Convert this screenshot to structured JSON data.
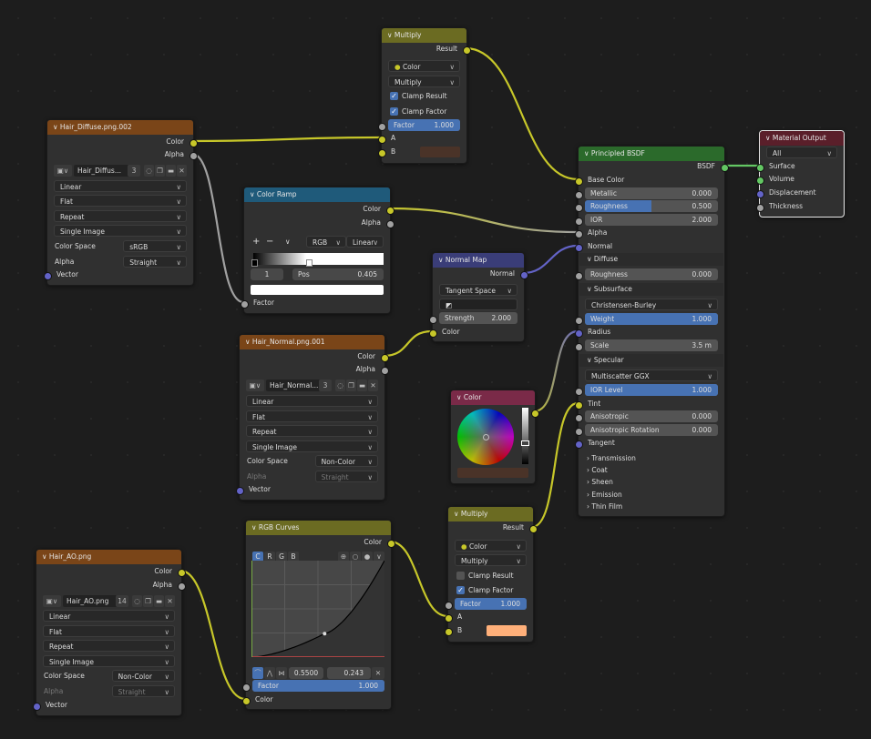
{
  "colors": {
    "color": "#c7c729",
    "float": "#a1a1a1",
    "vector": "#6363c7",
    "shader": "#63c763",
    "selection": "#4772b3"
  },
  "nodes": {
    "multiply1": {
      "title": "Multiply",
      "header": "#6b6b22",
      "rows": [
        {
          "type": "out",
          "label": "Result",
          "socket": "color"
        },
        {
          "type": "select",
          "label": "Color",
          "dot": true
        },
        {
          "type": "select",
          "label": "Multiply"
        },
        {
          "type": "check",
          "label": "Clamp Result",
          "checked": true
        },
        {
          "type": "check",
          "label": "Clamp Factor",
          "checked": true
        },
        {
          "type": "field",
          "label": "Factor",
          "value": "1.000",
          "fill": 1,
          "socket": "float"
        },
        {
          "type": "in",
          "label": "A",
          "socket": "color"
        },
        {
          "type": "swatch",
          "label": "B",
          "socket": "color",
          "color": "#4a3328"
        }
      ]
    },
    "diffuse": {
      "title": "Hair_Diffuse.png.002",
      "header": "#7a4518",
      "rows": [
        {
          "type": "out",
          "label": "Color",
          "socket": "color"
        },
        {
          "type": "out",
          "label": "Alpha",
          "socket": "float"
        },
        {
          "type": "image",
          "label": "Hair_Diffus...",
          "value": "3"
        },
        {
          "type": "select",
          "label": "Linear"
        },
        {
          "type": "select",
          "label": "Flat"
        },
        {
          "type": "select",
          "label": "Repeat"
        },
        {
          "type": "select",
          "label": "Single Image"
        },
        {
          "type": "lselect",
          "label": "Color Space",
          "value": "sRGB"
        },
        {
          "type": "lselect",
          "label": "Alpha",
          "value": "Straight"
        },
        {
          "type": "in",
          "label": "Vector",
          "socket": "vector"
        }
      ]
    },
    "ramp": {
      "title": "Color Ramp",
      "header": "#1f5a7a",
      "rows": [
        {
          "type": "out",
          "label": "Color",
          "socket": "color"
        },
        {
          "type": "out",
          "label": "Alpha",
          "socket": "float"
        },
        {
          "type": "rampctl",
          "label": "RGB",
          "value": "Linear",
          "plus": "+",
          "minus": "−"
        },
        {
          "type": "gradient",
          "stop": 0.405
        },
        {
          "type": "rampstop",
          "label": "1",
          "name": "Pos",
          "value": "0.405"
        },
        {
          "type": "wswatch",
          "color": "#ffffff"
        },
        {
          "type": "in",
          "label": "Factor",
          "socket": "float"
        }
      ]
    },
    "normalmap": {
      "title": "Normal Map",
      "header": "#3a3d78",
      "rows": [
        {
          "type": "out",
          "label": "Normal",
          "socket": "vector"
        },
        {
          "type": "select",
          "label": "Tangent Space"
        },
        {
          "type": "uv",
          "label": ""
        },
        {
          "type": "field",
          "label": "Strength",
          "value": "2.000",
          "fill": 0,
          "socket": "float"
        },
        {
          "type": "in",
          "label": "Color",
          "socket": "color"
        }
      ]
    },
    "principled": {
      "title": "Principled BSDF",
      "header": "#2b6a2b",
      "rows": [
        {
          "type": "out",
          "label": "BSDF",
          "socket": "shader"
        },
        {
          "type": "in",
          "label": "Base Color",
          "socket": "color"
        },
        {
          "type": "field",
          "label": "Metallic",
          "value": "0.000",
          "fill": 0,
          "socket": "float"
        },
        {
          "type": "field",
          "label": "Roughness",
          "value": "0.500",
          "fill": 0.5,
          "socket": "float"
        },
        {
          "type": "field",
          "label": "IOR",
          "value": "2.000",
          "fill": 0,
          "socket": "float"
        },
        {
          "type": "in",
          "label": "Alpha",
          "socket": "float"
        },
        {
          "type": "in",
          "label": "Normal",
          "socket": "vector"
        },
        {
          "type": "panel",
          "label": "Diffuse",
          "open": true
        },
        {
          "type": "field",
          "label": "Roughness",
          "value": "0.000",
          "fill": 0,
          "socket": "float"
        },
        {
          "type": "panel",
          "label": "Subsurface",
          "open": true
        },
        {
          "type": "select",
          "label": "Christensen-Burley"
        },
        {
          "type": "field",
          "label": "Weight",
          "value": "1.000",
          "fill": 1,
          "socket": "float"
        },
        {
          "type": "in",
          "label": "Radius",
          "socket": "vector"
        },
        {
          "type": "field",
          "label": "Scale",
          "value": "3.5 m",
          "fill": 0,
          "socket": "float"
        },
        {
          "type": "panel",
          "label": "Specular",
          "open": true
        },
        {
          "type": "select",
          "label": "Multiscatter GGX"
        },
        {
          "type": "field",
          "label": "IOR Level",
          "value": "1.000",
          "fill": 1,
          "socket": "float"
        },
        {
          "type": "in",
          "label": "Tint",
          "socket": "color"
        },
        {
          "type": "field",
          "label": "Anisotropic",
          "value": "0.000",
          "fill": 0,
          "socket": "float"
        },
        {
          "type": "field",
          "label": "Anisotropic Rotation",
          "value": "0.000",
          "fill": 0,
          "socket": "float"
        },
        {
          "type": "in",
          "label": "Tangent",
          "socket": "vector"
        },
        {
          "type": "panel",
          "label": "Transmission",
          "open": false
        },
        {
          "type": "panel",
          "label": "Coat",
          "open": false
        },
        {
          "type": "panel",
          "label": "Sheen",
          "open": false
        },
        {
          "type": "panel",
          "label": "Emission",
          "open": false
        },
        {
          "type": "panel",
          "label": "Thin Film",
          "open": false
        }
      ]
    },
    "output": {
      "title": "Material Output",
      "header": "#5a1f2a",
      "selected": true,
      "rows": [
        {
          "type": "select",
          "label": "All"
        },
        {
          "type": "in",
          "label": "Surface",
          "socket": "shader"
        },
        {
          "type": "in",
          "label": "Volume",
          "socket": "shader"
        },
        {
          "type": "in",
          "label": "Displacement",
          "socket": "vector"
        },
        {
          "type": "in",
          "label": "Thickness",
          "socket": "float"
        }
      ]
    },
    "color": {
      "title": "Color",
      "header": "#7a2a48",
      "rows": [
        {
          "type": "wheel",
          "socket": "color"
        },
        {
          "type": "wswatch",
          "color": "#4a3328"
        }
      ]
    },
    "normalimg": {
      "title": "Hair_Normal.png.001",
      "header": "#7a4518",
      "rows": [
        {
          "type": "out",
          "label": "Color",
          "socket": "color"
        },
        {
          "type": "out",
          "label": "Alpha",
          "socket": "float"
        },
        {
          "type": "image",
          "label": "Hair_Normal...",
          "value": "3"
        },
        {
          "type": "select",
          "label": "Linear"
        },
        {
          "type": "select",
          "label": "Flat"
        },
        {
          "type": "select",
          "label": "Repeat"
        },
        {
          "type": "select",
          "label": "Single Image"
        },
        {
          "type": "lselect",
          "label": "Color Space",
          "value": "Non-Color"
        },
        {
          "type": "lselect",
          "label": "Alpha",
          "value": "Straight",
          "disabled": true
        },
        {
          "type": "in",
          "label": "Vector",
          "socket": "vector"
        }
      ]
    },
    "curves": {
      "title": "RGB Curves",
      "header": "#6b6b22",
      "rows": [
        {
          "type": "out",
          "label": "Color",
          "socket": "color"
        },
        {
          "type": "chan",
          "labels": [
            "C",
            "R",
            "G",
            "B"
          ]
        },
        {
          "type": "graph",
          "point": [
            0.55,
            0.243
          ]
        },
        {
          "type": "ptools",
          "x": "0.5500",
          "y": "0.243"
        },
        {
          "type": "field",
          "label": "Factor",
          "value": "1.000",
          "fill": 1,
          "socket": "float"
        },
        {
          "type": "in",
          "label": "Color",
          "socket": "color"
        }
      ]
    },
    "multiply2": {
      "title": "Multiply",
      "header": "#6b6b22",
      "rows": [
        {
          "type": "out",
          "label": "Result",
          "socket": "color"
        },
        {
          "type": "select",
          "label": "Color",
          "dot": true
        },
        {
          "type": "select",
          "label": "Multiply"
        },
        {
          "type": "check",
          "label": "Clamp Result",
          "checked": false
        },
        {
          "type": "check",
          "label": "Clamp Factor",
          "checked": true
        },
        {
          "type": "field",
          "label": "Factor",
          "value": "1.000",
          "fill": 1,
          "socket": "float"
        },
        {
          "type": "in",
          "label": "A",
          "socket": "color"
        },
        {
          "type": "swatch",
          "label": "B",
          "socket": "color",
          "color": "#ffb07a"
        }
      ]
    },
    "ao": {
      "title": "Hair_AO.png",
      "header": "#7a4518",
      "rows": [
        {
          "type": "out",
          "label": "Color",
          "socket": "color"
        },
        {
          "type": "out",
          "label": "Alpha",
          "socket": "float"
        },
        {
          "type": "image",
          "label": "Hair_AO.png",
          "value": "14"
        },
        {
          "type": "select",
          "label": "Linear"
        },
        {
          "type": "select",
          "label": "Flat"
        },
        {
          "type": "select",
          "label": "Repeat"
        },
        {
          "type": "select",
          "label": "Single Image"
        },
        {
          "type": "lselect",
          "label": "Color Space",
          "value": "Non-Color"
        },
        {
          "type": "lselect",
          "label": "Alpha",
          "value": "Straight",
          "disabled": true
        },
        {
          "type": "in",
          "label": "Vector",
          "socket": "vector"
        }
      ]
    }
  }
}
